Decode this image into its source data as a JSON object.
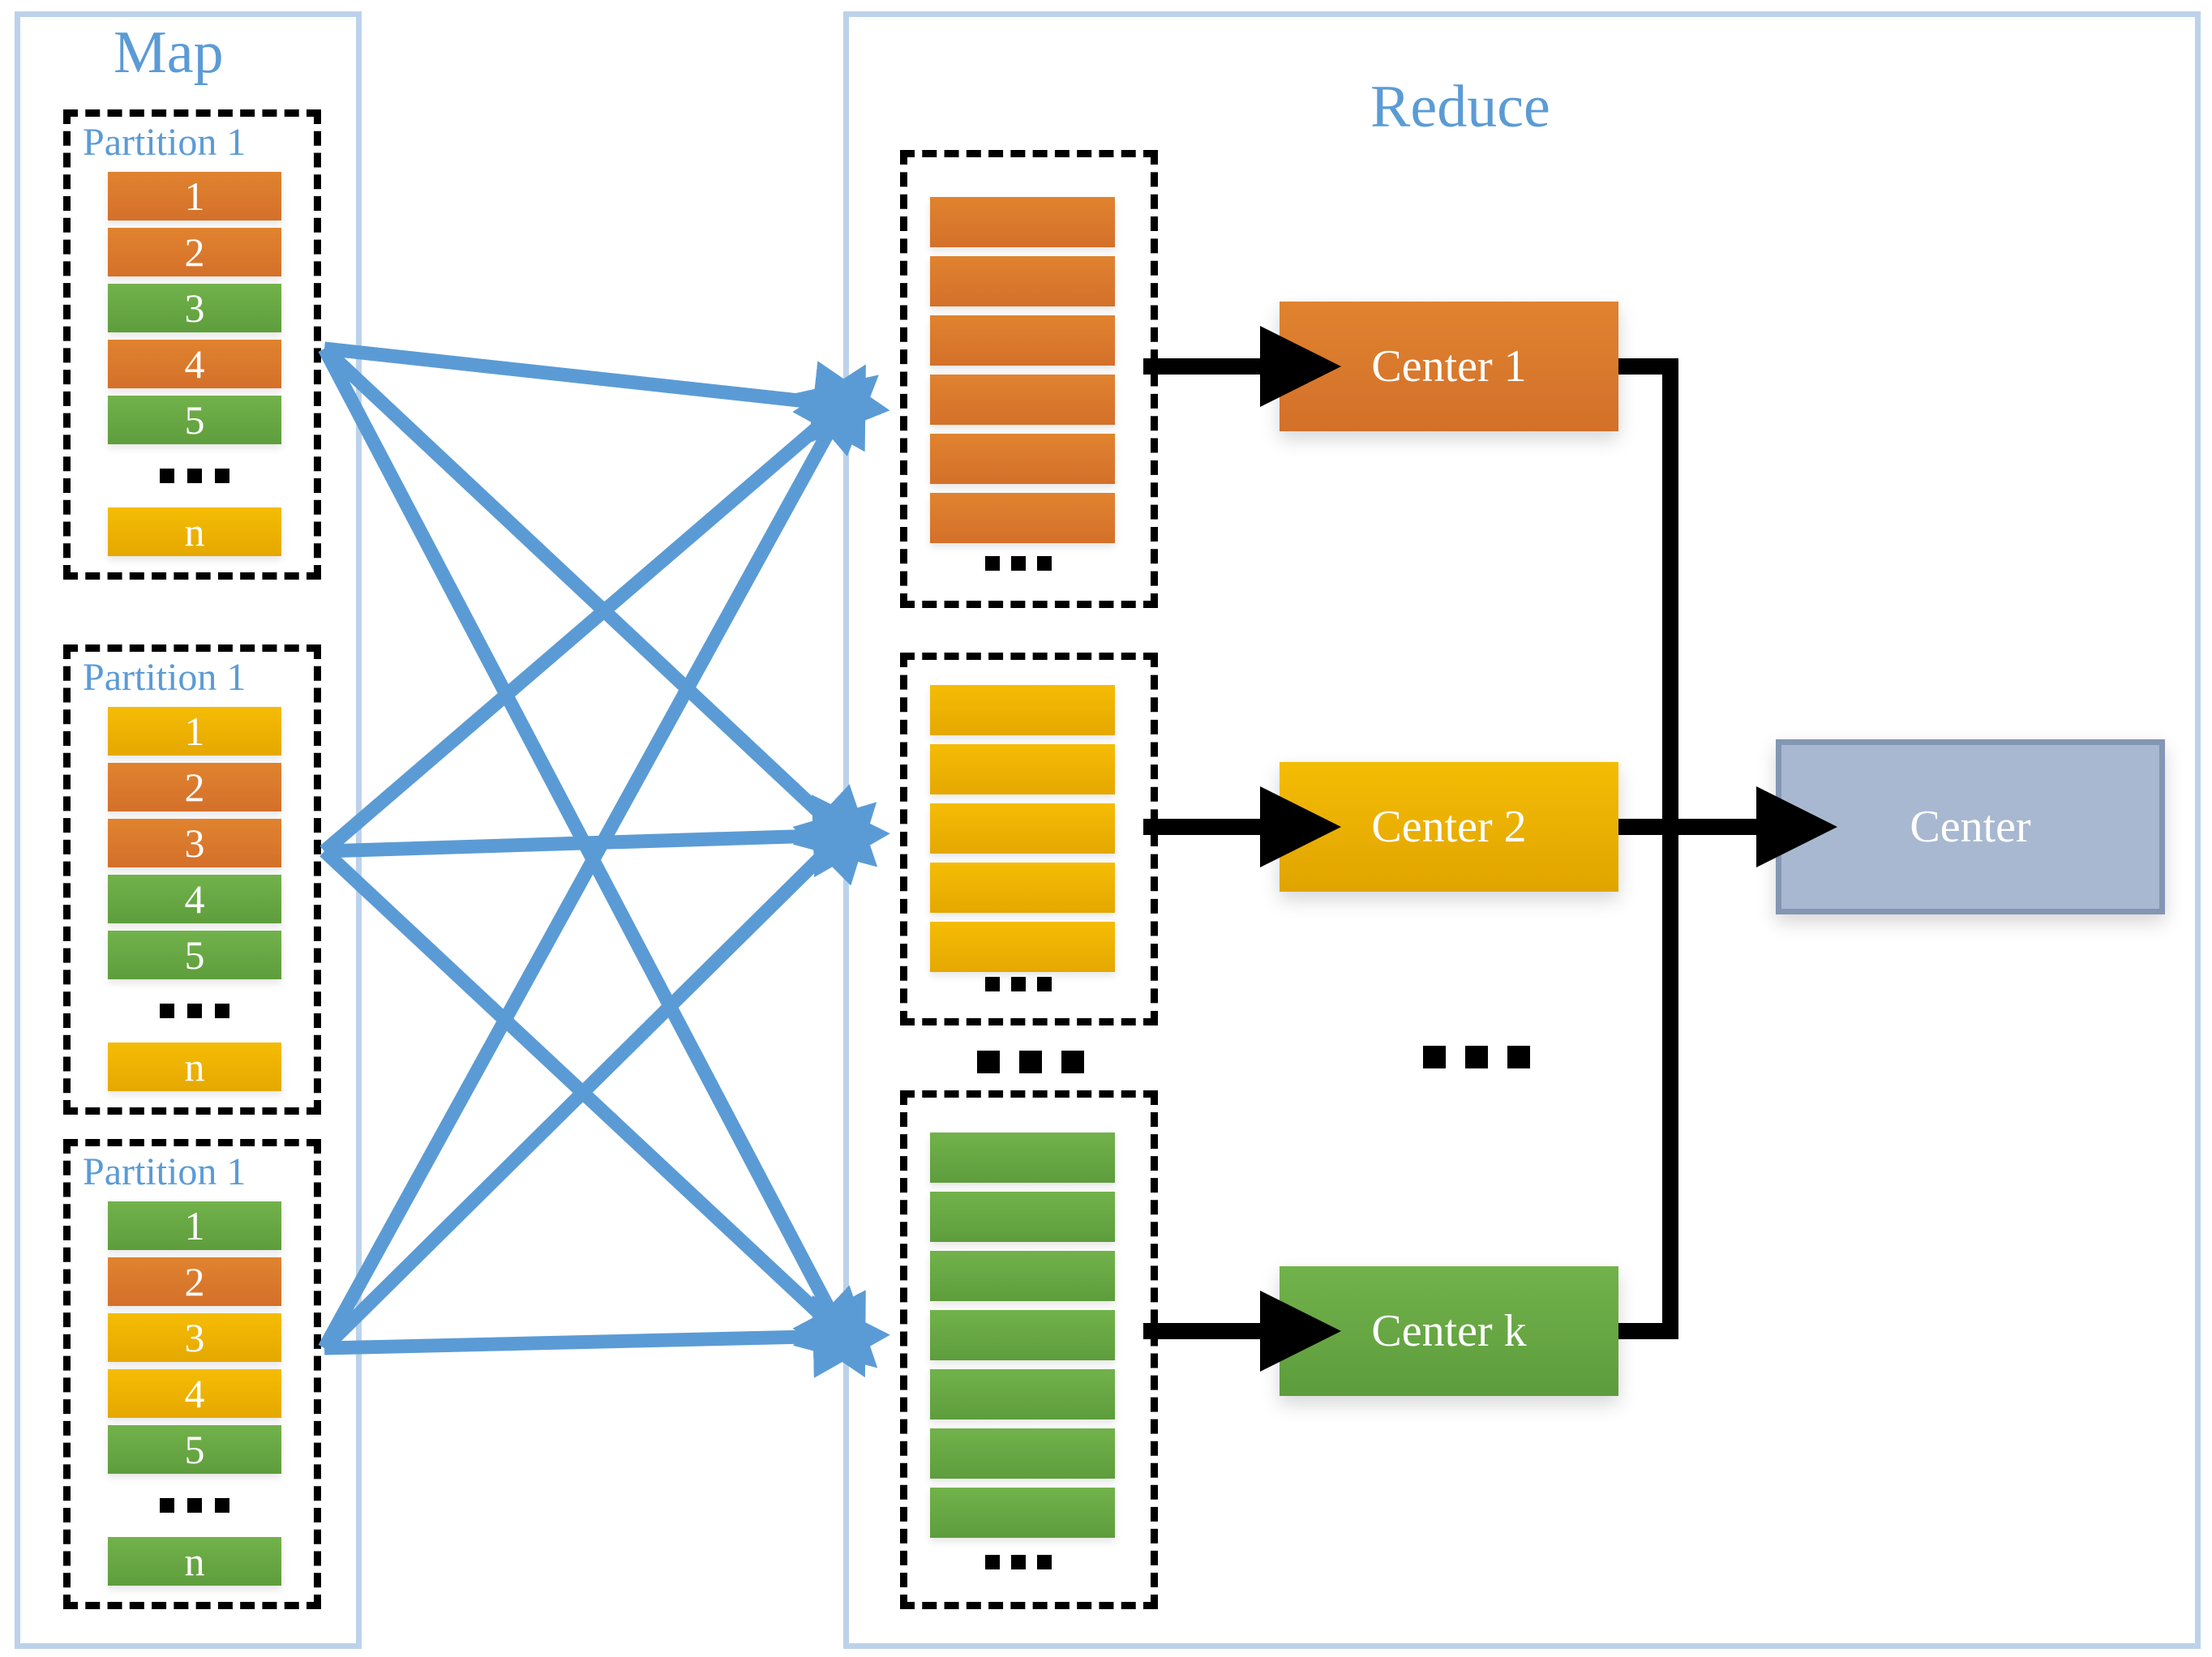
{
  "map": {
    "title": "Map",
    "partitions": [
      {
        "label": "Partition 1",
        "rows": [
          {
            "text": "1",
            "color": "orange"
          },
          {
            "text": "2",
            "color": "orange"
          },
          {
            "text": "3",
            "color": "green"
          },
          {
            "text": "4",
            "color": "orange"
          },
          {
            "text": "5",
            "color": "green"
          },
          {
            "text": "…",
            "color": "ellipsis"
          },
          {
            "text": "n",
            "color": "yellow"
          }
        ]
      },
      {
        "label": "Partition 1",
        "rows": [
          {
            "text": "1",
            "color": "yellow"
          },
          {
            "text": "2",
            "color": "orange"
          },
          {
            "text": "3",
            "color": "orange"
          },
          {
            "text": "4",
            "color": "green"
          },
          {
            "text": "5",
            "color": "green"
          },
          {
            "text": "…",
            "color": "ellipsis"
          },
          {
            "text": "n",
            "color": "yellow"
          }
        ]
      },
      {
        "label": "Partition 1",
        "rows": [
          {
            "text": "1",
            "color": "green"
          },
          {
            "text": "2",
            "color": "orange"
          },
          {
            "text": "3",
            "color": "yellow"
          },
          {
            "text": "4",
            "color": "yellow"
          },
          {
            "text": "5",
            "color": "green"
          },
          {
            "text": "…",
            "color": "ellipsis"
          },
          {
            "text": "n",
            "color": "green"
          }
        ]
      }
    ]
  },
  "reduce": {
    "title": "Reduce",
    "stacks": [
      {
        "color": "orange",
        "count": 6,
        "ellipsis": "…"
      },
      {
        "color": "yellow",
        "count": 5,
        "ellipsis": "…"
      },
      {
        "color": "green",
        "count": 7,
        "ellipsis": "…"
      }
    ],
    "stack_gap_ellipsis": "…",
    "centers": [
      {
        "label": "Center 1",
        "color": "orange"
      },
      {
        "label": "Center 2",
        "color": "yellow"
      },
      {
        "label": "Center k",
        "color": "green"
      }
    ],
    "centers_ellipsis": "…",
    "final": {
      "label": "Center",
      "color": "slate"
    }
  },
  "colors": {
    "frame_blue": "#bcd2ea",
    "title_blue": "#5b9bd5",
    "connector_blue": "#5b9bd5",
    "orange": "#e0832f",
    "green": "#6aad45",
    "yellow": "#f0b400",
    "slate": "#a8b8d0",
    "slate_border": "#8396b3",
    "arrow_black": "#000000"
  }
}
